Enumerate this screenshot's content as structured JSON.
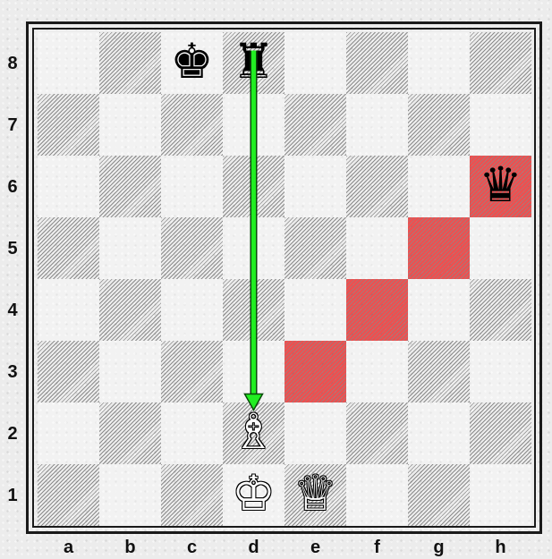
{
  "board": {
    "files": [
      "a",
      "b",
      "c",
      "d",
      "e",
      "f",
      "g",
      "h"
    ],
    "ranks": [
      "8",
      "7",
      "6",
      "5",
      "4",
      "3",
      "2",
      "1"
    ],
    "highlighted_squares": [
      "e3",
      "f4",
      "g5",
      "h6"
    ],
    "highlight_color": "#ef4f4f",
    "arrow": {
      "from": "d8",
      "to": "d2",
      "color": "#22ee22"
    },
    "pieces": [
      {
        "square": "c8",
        "color": "black",
        "type": "king",
        "glyph": "♚"
      },
      {
        "square": "d8",
        "color": "black",
        "type": "rook",
        "glyph": "♜"
      },
      {
        "square": "h6",
        "color": "black",
        "type": "queen",
        "glyph": "♛"
      },
      {
        "square": "d2",
        "color": "white",
        "type": "bishop",
        "glyph": "♗"
      },
      {
        "square": "d1",
        "color": "white",
        "type": "king",
        "glyph": "♔"
      },
      {
        "square": "e1",
        "color": "white",
        "type": "queen",
        "glyph": "♕"
      }
    ]
  }
}
